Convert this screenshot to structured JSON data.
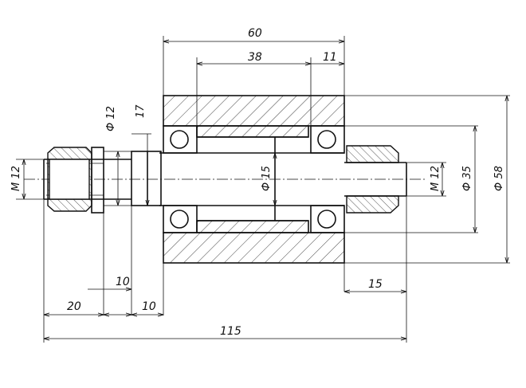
{
  "drawing": {
    "dimensions": {
      "overall_length": "115",
      "roller_length": "60",
      "inner_length": "38",
      "right_step": "11",
      "left_thread_len": "20",
      "collar_gap": "10",
      "collar_width": "10",
      "right_thread_len": "15",
      "left_thread": "M 12",
      "right_thread": "M 12",
      "collar_dia": "Ф 12",
      "collar_height": "17",
      "shaft_dia": "Ф 15",
      "bearing_dia": "Ф 35",
      "roller_dia": "Ф 58"
    }
  }
}
